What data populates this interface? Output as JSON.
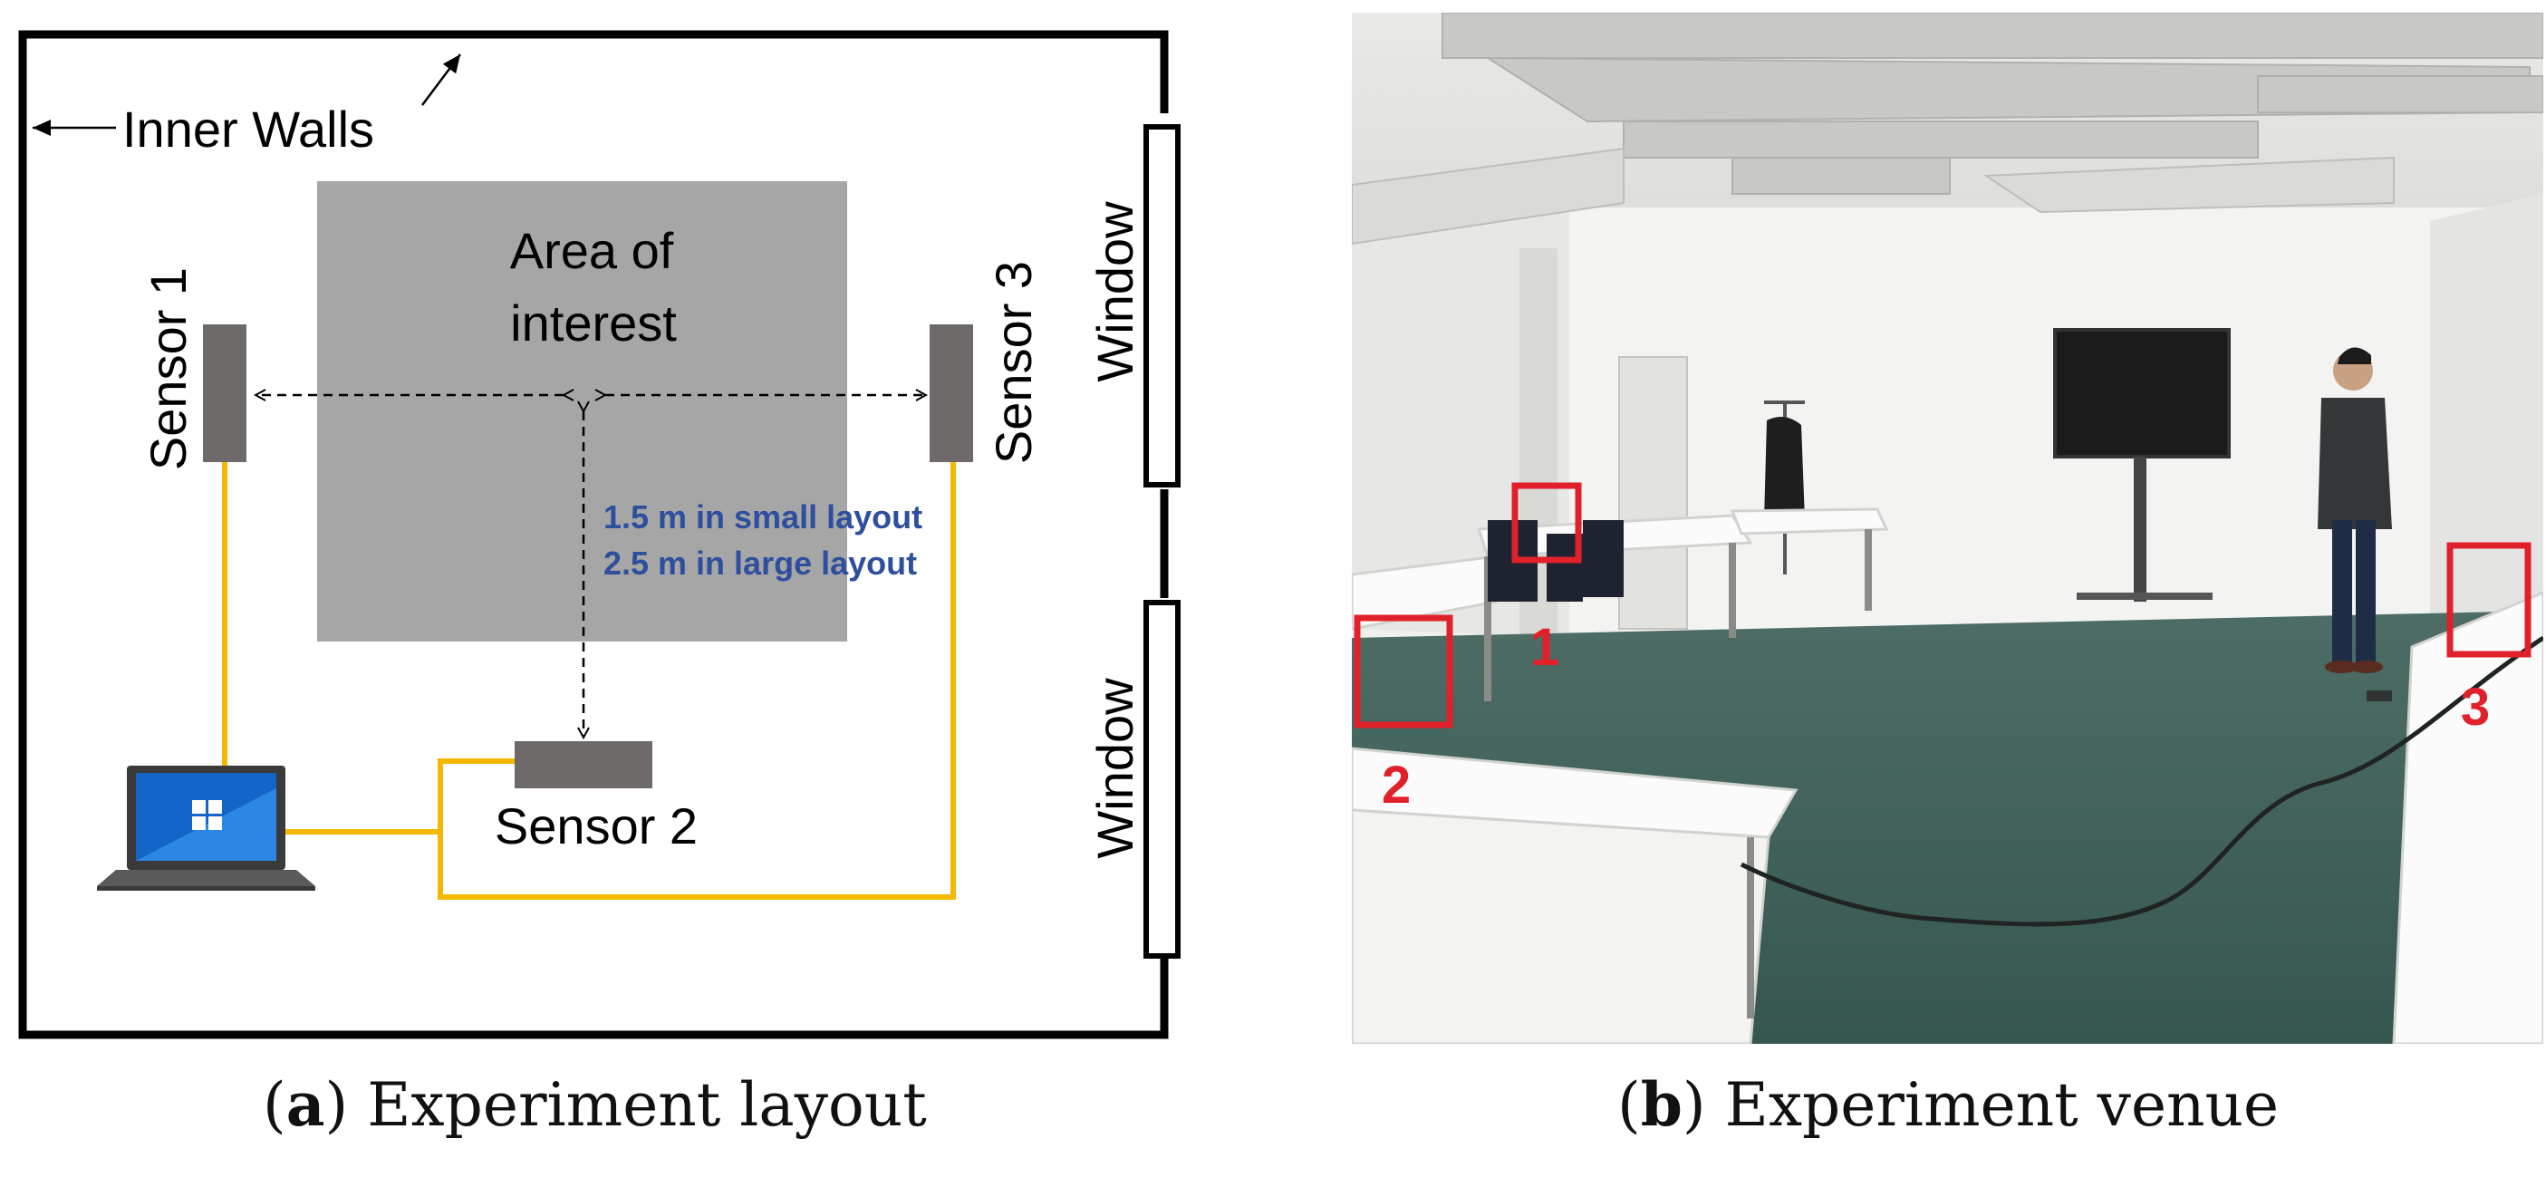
{
  "figure": {
    "panel_a": {
      "labels": {
        "inner_walls": "Inner Walls",
        "area_of_interest_line1": "Area of",
        "area_of_interest_line2": "interest",
        "sensor1": "Sensor 1",
        "sensor2": "Sensor 2",
        "sensor3": "Sensor 3",
        "window_top": "Window",
        "window_bottom": "Window",
        "distance_small": "1.5 m in small layout",
        "distance_large": "2.5 m in large layout"
      },
      "caption": {
        "letter": "a",
        "text": "Experiment layout"
      }
    },
    "panel_b": {
      "markers": [
        "1",
        "2",
        "3"
      ],
      "caption": {
        "letter": "b",
        "text": "Experiment venue"
      }
    }
  },
  "colors": {
    "wall": "#000000",
    "area": "#a6a6a6",
    "sensor": "#6e6a6a",
    "cable": "#f5b800",
    "distance_text": "#2e4f9e",
    "marker": "#e0202a",
    "floor": "#3f5f58"
  }
}
